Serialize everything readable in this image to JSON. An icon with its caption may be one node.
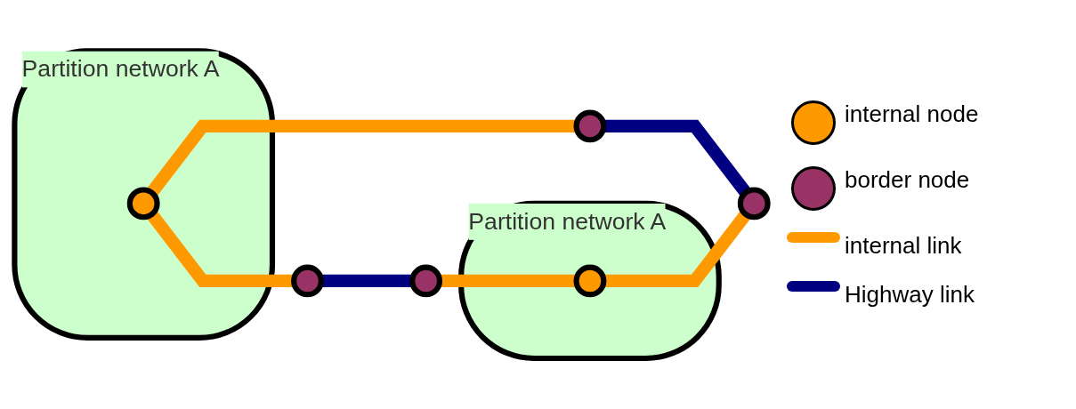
{
  "diagram": {
    "nodes": [
      {
        "text": [
          "Partition network A"
        ]
      },
      {
        "text": [],
        "shape": "circle",
        "in": 0
      },
      {
        "text": [],
        "shape": "circle"
      },
      {
        "text": [],
        "shape": "circle"
      },
      {
        "text": [
          "Partition network A"
        ]
      },
      {
        "text": [],
        "shape": "circle"
      },
      {
        "text": [],
        "shape": "circle",
        "in": 4
      },
      {
        "text": [],
        "shape": "circle"
      }
    ],
    "edges": [
      {
        "from": 1,
        "to": 2,
        "arrow": "none"
      },
      {
        "from": 1,
        "to": 3,
        "arrow": "none"
      },
      {
        "from": 2,
        "to": 7,
        "arrow": "none",
        "color": "#000080"
      },
      {
        "from": 3,
        "to": 5,
        "arrow": "none",
        "color": "#000080"
      },
      {
        "from": 5,
        "to": 6,
        "arrow": "none"
      },
      {
        "from": 6,
        "to": 7,
        "arrow": "none"
      }
    ],
    "legend": [
      {
        "text": "internal node",
        "color": "#ff9900"
      },
      {
        "text": "border node",
        "color": "#993366"
      },
      {
        "text": "internal link"
      },
      {
        "text": "Highway link"
      }
    ]
  }
}
